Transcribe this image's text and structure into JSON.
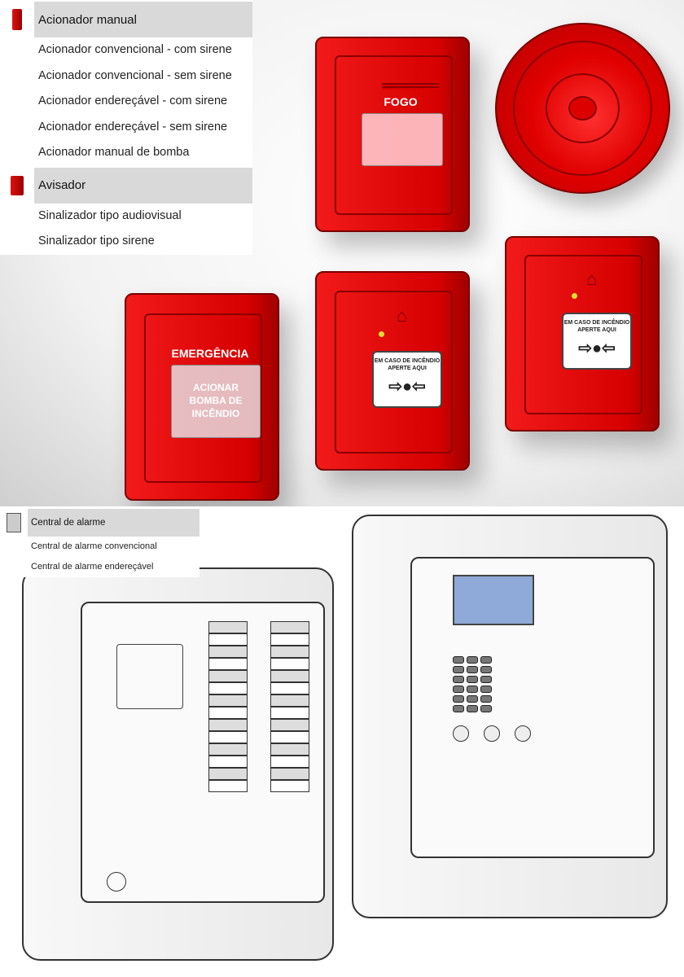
{
  "top_menu": {
    "groups": [
      {
        "title": "Acionador manual",
        "icon": "manual-call-point-icon",
        "items": [
          "Acionador convencional - com sirene",
          "Acionador convencional - sem sirene",
          "Acionador endereçável - com sirene",
          "Acionador endereçável - sem sirene",
          "Acionador manual de bomba"
        ]
      },
      {
        "title": "Avisador",
        "icon": "alarm-device-icon",
        "items": [
          "Sinalizador tipo audiovisual",
          "Sinalizador tipo sirene"
        ]
      }
    ]
  },
  "bottom_menu": {
    "title": "Central de alarme",
    "icon": "alarm-panel-icon",
    "items": [
      "Central de alarme convencional",
      "Central de alarme endereçável"
    ]
  },
  "devices": {
    "fogo_label": "FOGO",
    "emergencia_label": "EMERGÊNCIA",
    "bomba_lines": [
      "ACIONAR",
      "BOMBA DE",
      "INCÊNDIO"
    ],
    "card_lines": [
      "EM CASO DE INCÊNDIO",
      "APERTE AQUI"
    ],
    "arrows": "⇨●⇦"
  },
  "colors": {
    "device_red": "#e00000",
    "menu_header": "#d9d9d9",
    "lcd": "#8fa9d8"
  }
}
